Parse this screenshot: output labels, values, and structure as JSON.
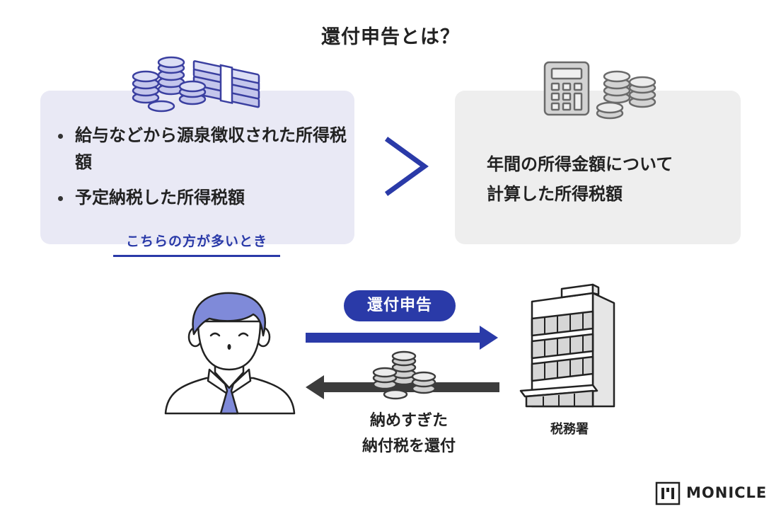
{
  "title": "還付申告とは？",
  "left_panel": {
    "bullets": [
      "給与などから源泉徴収された所得税額",
      "予定納税した所得税額"
    ],
    "condition": "こちらの方が多いとき"
  },
  "right_panel": {
    "text_line1": "年間の所得金額について",
    "text_line2": "計算した所得税額"
  },
  "flow": {
    "forward_label": "還付申告",
    "return_label_line1": "納めすぎた",
    "return_label_line2": "納付税を還付",
    "office_label": "税務署"
  },
  "brand": {
    "name": "MONICLE"
  },
  "colors": {
    "accent": "#2a3aa8",
    "left_panel_bg": "#e9e9f5",
    "right_panel_bg": "#eeeeee",
    "dark_arrow": "#3c3c3c",
    "person_hair": "#7f8ad9"
  }
}
